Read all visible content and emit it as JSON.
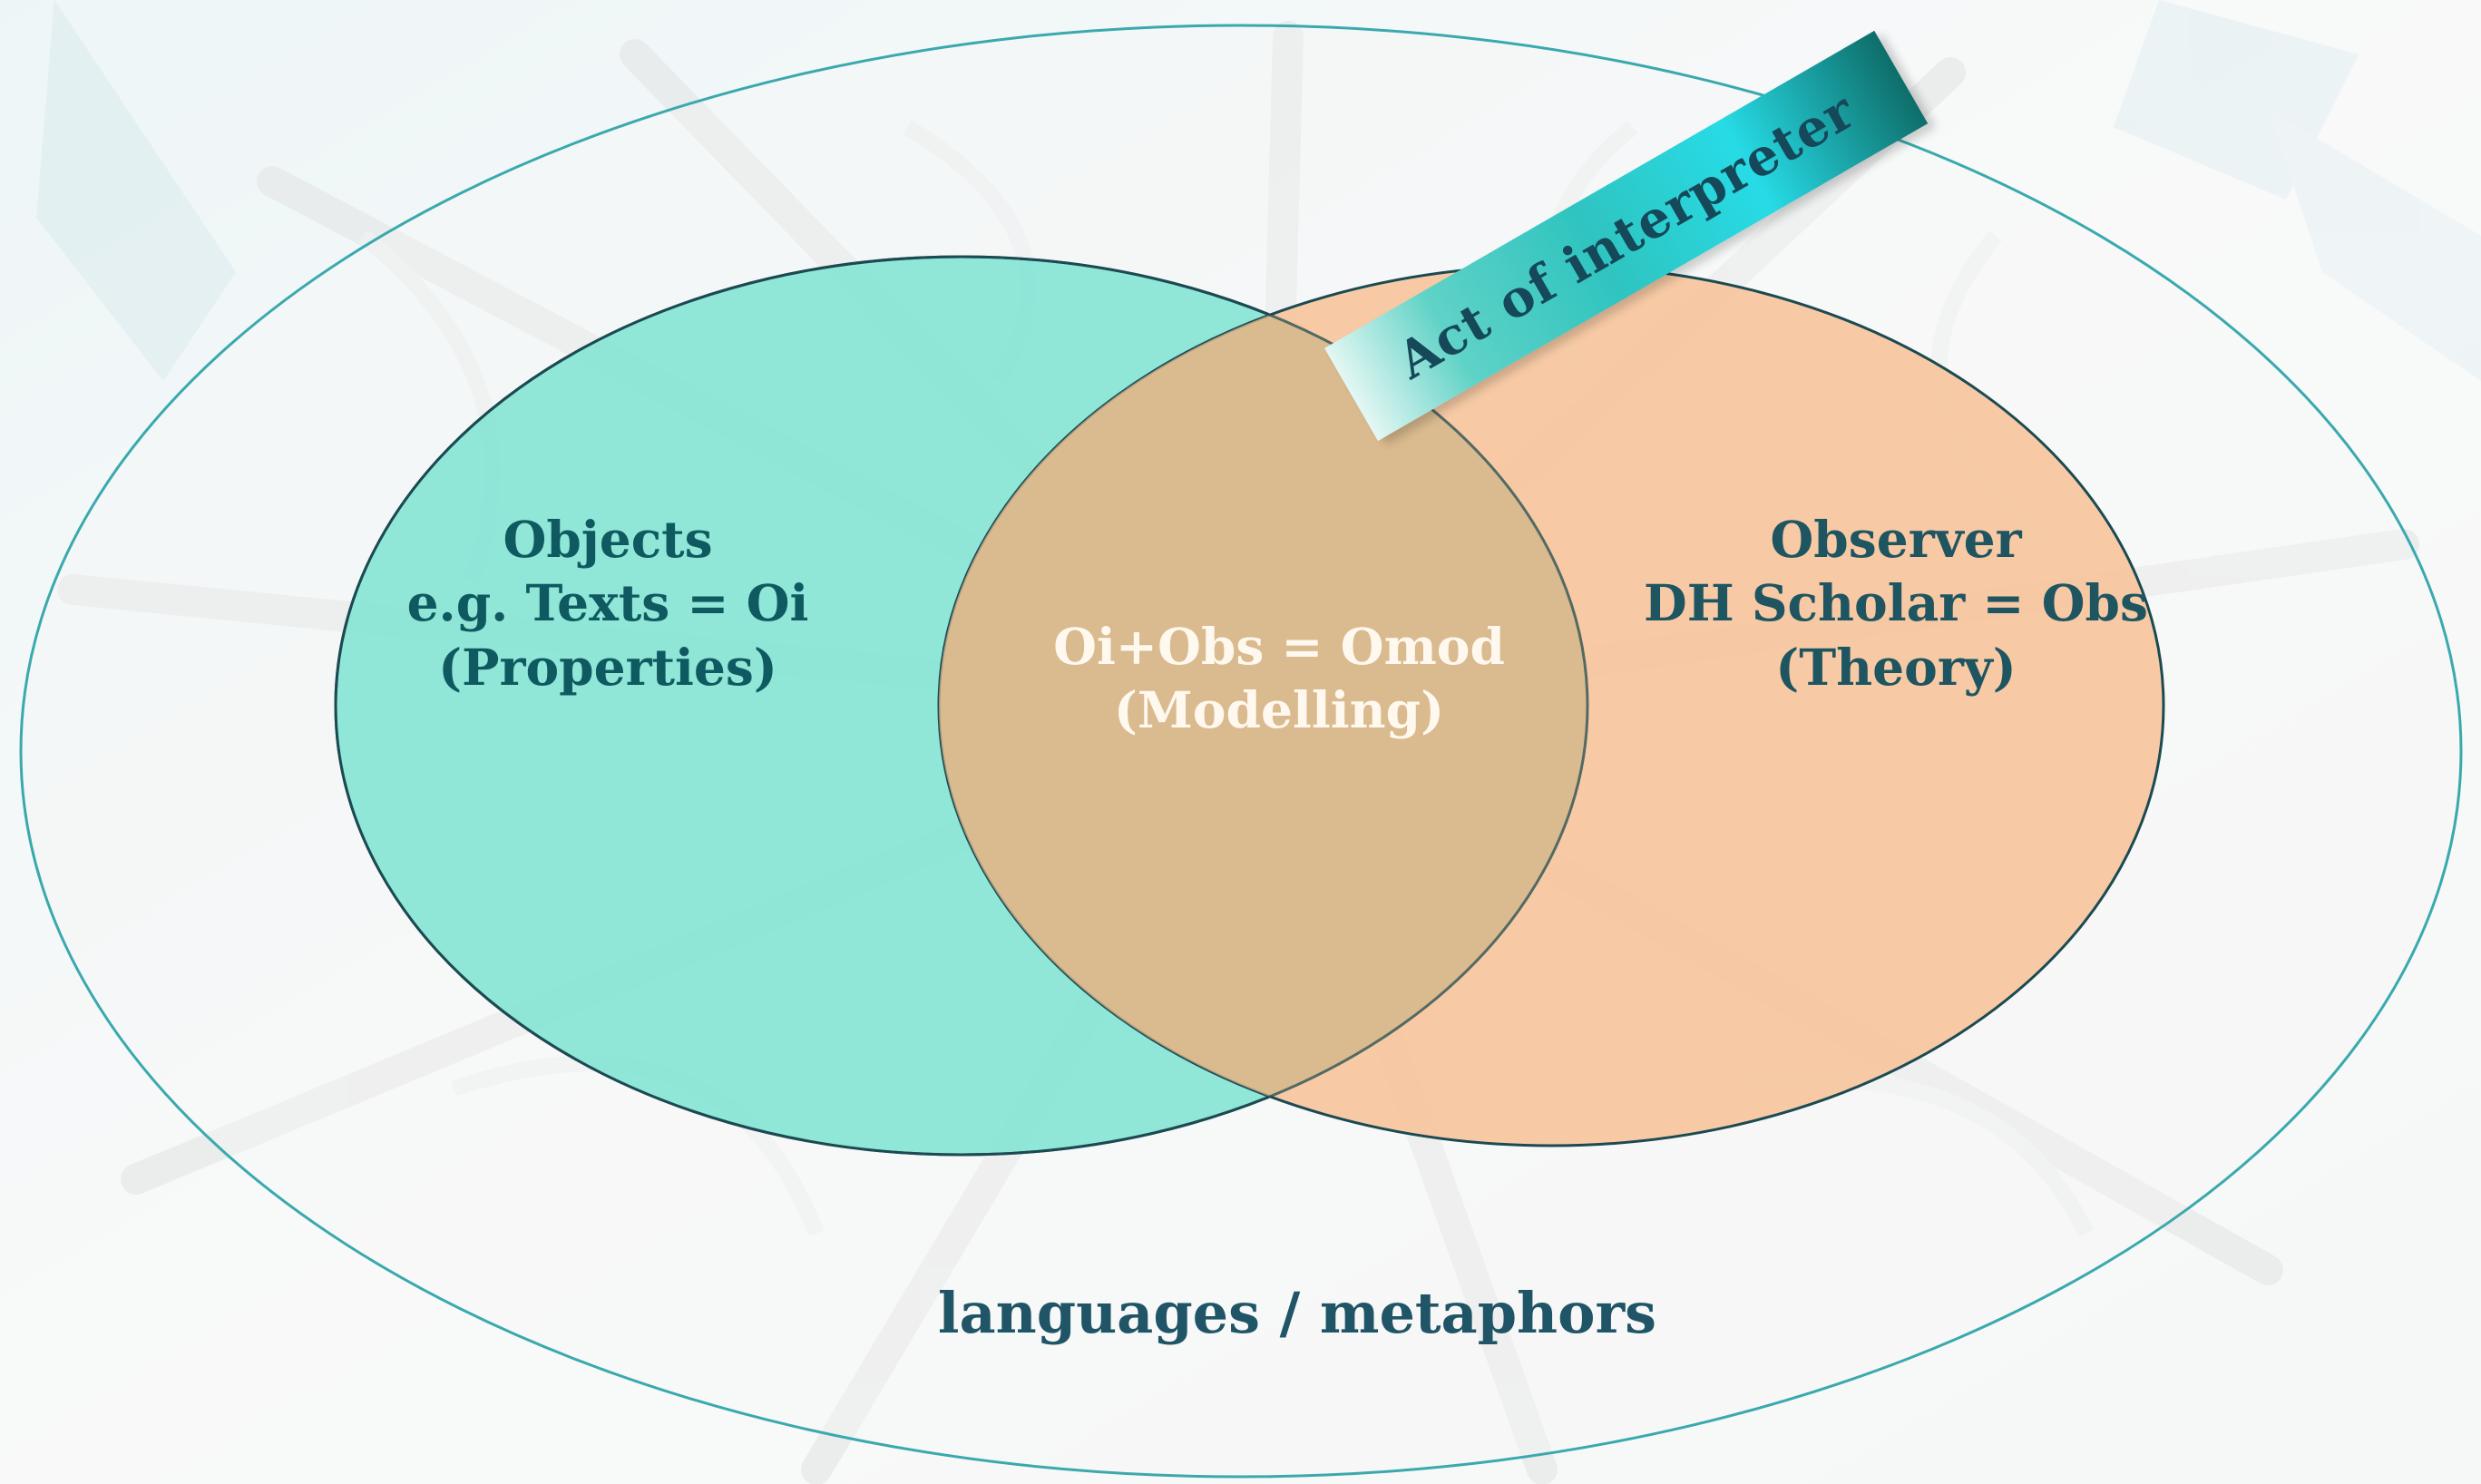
{
  "diagram": {
    "outer_label": "languages / metaphors",
    "objects": {
      "line1": "Objects",
      "line2": "e.g. Texts = Oi",
      "line3": "(Properties)"
    },
    "observer": {
      "line1": "Observer",
      "line2": "DH Scholar = Obs",
      "line3": "(Theory)"
    },
    "overlap": {
      "line1": "Oi+Obs = Omod",
      "line2": "(Modelling)"
    },
    "banner": "Act of interpreter"
  },
  "colors": {
    "objects_fill": "#7fe3d2",
    "observer_fill": "#f7c297",
    "overlap_fill": "#e2bb8a",
    "outer_stroke": "#3aa9ae",
    "circle_stroke": "#1b4a52"
  }
}
